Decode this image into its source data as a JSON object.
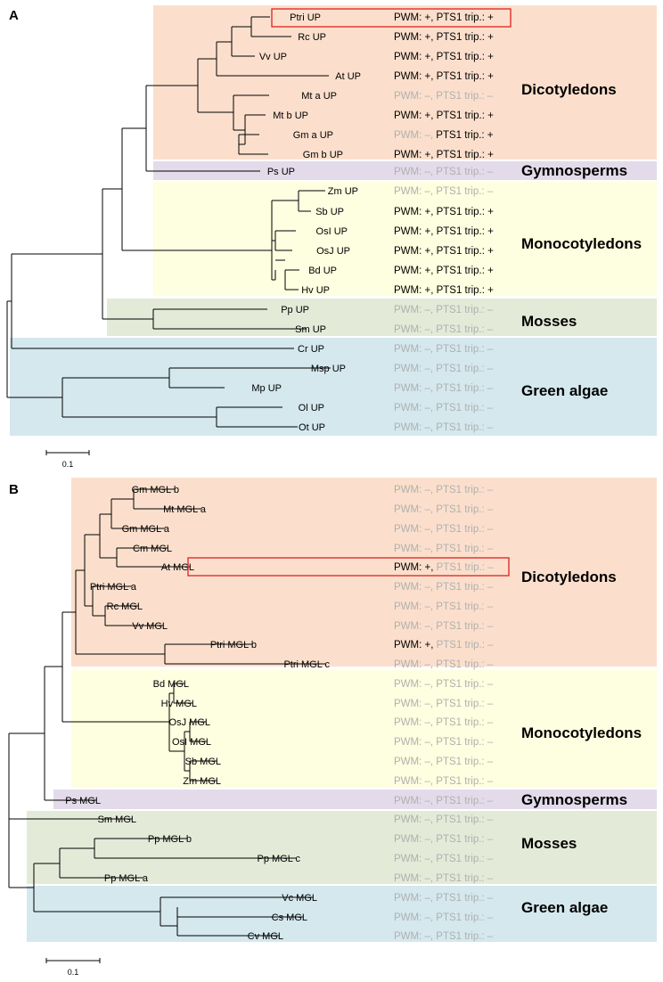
{
  "colors": {
    "dicots": "#fbdfcc",
    "gymno": "#e3dbe9",
    "monocots": "#fefee0",
    "mosses": "#e4ead8",
    "algae": "#d4e8ee",
    "positive": "#000000",
    "negative": "#b0b0b0",
    "highlight": "#e02020"
  },
  "panel_a": {
    "label": "A",
    "scale_label": "0.1",
    "groups": [
      "Dicotyledons",
      "Gymnosperms",
      "Monocotyledons",
      "Mosses",
      "Green algae"
    ],
    "leaves": [
      {
        "name": "Ptri UP",
        "pwm": "+",
        "pts1": "+",
        "highlight": true
      },
      {
        "name": "Rc UP",
        "pwm": "+",
        "pts1": "+"
      },
      {
        "name": "Vv UP",
        "pwm": "+",
        "pts1": "+"
      },
      {
        "name": "At UP",
        "pwm": "+",
        "pts1": "+"
      },
      {
        "name": "Mt a UP",
        "pwm": "–",
        "pts1": "–"
      },
      {
        "name": "Mt b UP",
        "pwm": "+",
        "pts1": "+"
      },
      {
        "name": "Gm a UP",
        "pwm": "–",
        "pts1": "+"
      },
      {
        "name": "Gm b UP",
        "pwm": "+",
        "pts1": "+"
      },
      {
        "name": "Ps UP",
        "pwm": "–",
        "pts1": "–"
      },
      {
        "name": "Zm UP",
        "pwm": "–",
        "pts1": "–"
      },
      {
        "name": "Sb UP",
        "pwm": "+",
        "pts1": "+"
      },
      {
        "name": "OsI UP",
        "pwm": "+",
        "pts1": "+"
      },
      {
        "name": "OsJ UP",
        "pwm": "+",
        "pts1": "+"
      },
      {
        "name": "Bd UP",
        "pwm": "+",
        "pts1": "+"
      },
      {
        "name": "Hv UP",
        "pwm": "+",
        "pts1": "+"
      },
      {
        "name": "Pp UP",
        "pwm": "–",
        "pts1": "–"
      },
      {
        "name": "Sm UP",
        "pwm": "–",
        "pts1": "–"
      },
      {
        "name": "Cr UP",
        "pwm": "–",
        "pts1": "–"
      },
      {
        "name": "Msp UP",
        "pwm": "–",
        "pts1": "–"
      },
      {
        "name": "Mp UP",
        "pwm": "–",
        "pts1": "–"
      },
      {
        "name": "Ol UP",
        "pwm": "–",
        "pts1": "–"
      },
      {
        "name": "Ot UP",
        "pwm": "–",
        "pts1": "–"
      }
    ]
  },
  "panel_b": {
    "label": "B",
    "scale_label": "0.1",
    "groups": [
      "Dicotyledons",
      "Monocotyledons",
      "Gymnosperms",
      "Mosses",
      "Green algae"
    ],
    "leaves": [
      {
        "name": "Gm MGL b",
        "pwm": "–",
        "pts1": "–"
      },
      {
        "name": "Mt MGL a",
        "pwm": "–",
        "pts1": "–"
      },
      {
        "name": "Gm MGL a",
        "pwm": "–",
        "pts1": "–"
      },
      {
        "name": "Cm MGL",
        "pwm": "–",
        "pts1": "–"
      },
      {
        "name": "At MGL",
        "pwm": "+",
        "pts1": "–",
        "highlight": true
      },
      {
        "name": "Ptri MGL a",
        "pwm": "–",
        "pts1": "–"
      },
      {
        "name": "Rc MGL",
        "pwm": "–",
        "pts1": "–"
      },
      {
        "name": "Vv MGL",
        "pwm": "–",
        "pts1": "–"
      },
      {
        "name": "Ptri MGL b",
        "pwm": "+",
        "pts1": "–"
      },
      {
        "name": "Ptri MGL c",
        "pwm": "–",
        "pts1": "–"
      },
      {
        "name": "Bd MGL",
        "pwm": "–",
        "pts1": "–"
      },
      {
        "name": "Hv MGL",
        "pwm": "–",
        "pts1": "–"
      },
      {
        "name": "OsJ MGL",
        "pwm": "–",
        "pts1": "–"
      },
      {
        "name": "OsI MGL",
        "pwm": "–",
        "pts1": "–"
      },
      {
        "name": "Sb MGL",
        "pwm": "–",
        "pts1": "–"
      },
      {
        "name": "Zm MGL",
        "pwm": "–",
        "pts1": "–"
      },
      {
        "name": "Ps MGL",
        "pwm": "–",
        "pts1": "–"
      },
      {
        "name": "Sm MGL",
        "pwm": "–",
        "pts1": "–"
      },
      {
        "name": "Pp MGL b",
        "pwm": "–",
        "pts1": "–"
      },
      {
        "name": "Pp MGL c",
        "pwm": "–",
        "pts1": "–"
      },
      {
        "name": "Pp MGL a",
        "pwm": "–",
        "pts1": "–"
      },
      {
        "name": "Vc MGL",
        "pwm": "–",
        "pts1": "–"
      },
      {
        "name": "Cs MGL",
        "pwm": "–",
        "pts1": "–"
      },
      {
        "name": "Cv MGL",
        "pwm": "–",
        "pts1": "–"
      }
    ]
  },
  "annotation_text": {
    "pwm_prefix": "PWM: ",
    "pts1_prefix": "PTS1 trip.: ",
    "separator": ", "
  }
}
